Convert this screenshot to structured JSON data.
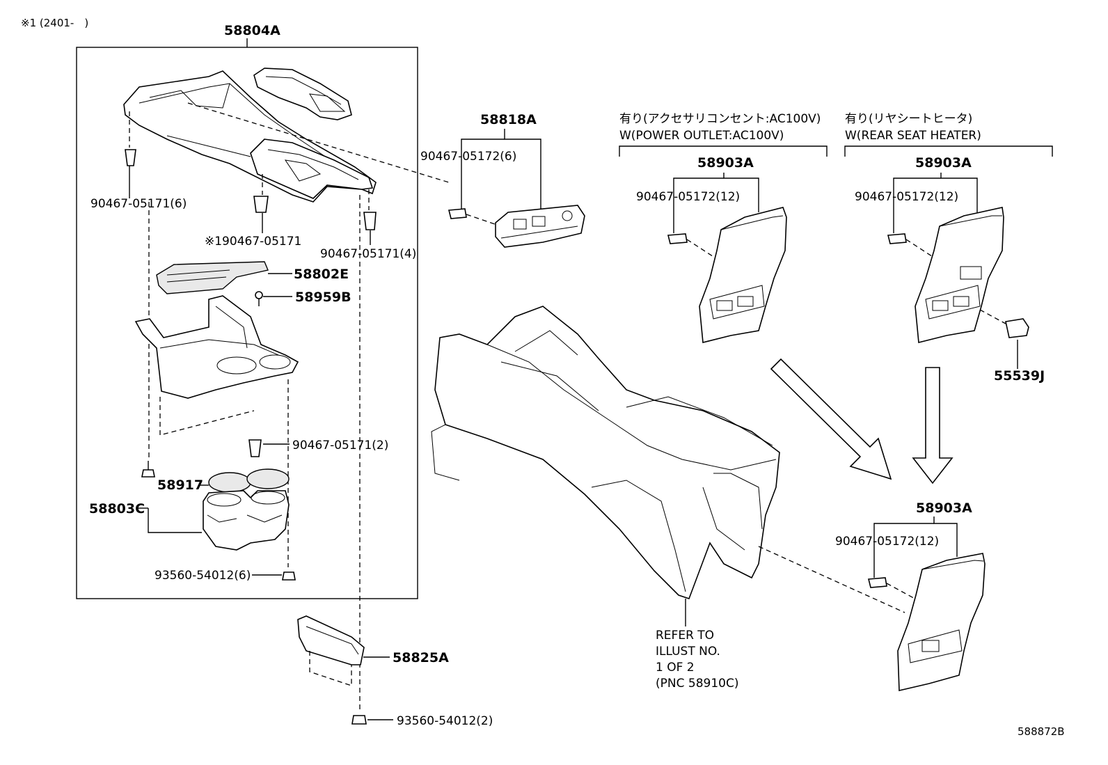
{
  "header": {
    "note": "※1 (2401-　)"
  },
  "labels": {
    "p58804A": "58804A",
    "p90467_05171_6": "90467-05171(6)",
    "p90467_05171_note": "※190467-05171",
    "p90467_05171_4": "90467-05171(4)",
    "p58802E": "58802E",
    "p58959B": "58959B",
    "p90467_05171_2": "90467-05171(2)",
    "p58917": "58917",
    "p58803C": "58803C",
    "p93560_54012_6": "93560-54012(6)",
    "p58825A": "58825A",
    "p93560_54012_2": "93560-54012(2)",
    "p58818A": "58818A",
    "p90467_05172_6": "90467-05172(6)",
    "p58903A_1": "58903A",
    "p90467_05172_12_1": "90467-05172(12)",
    "p58903A_2": "58903A",
    "p90467_05172_12_2": "90467-05172(12)",
    "p55539J": "55539J",
    "p58903A_3": "58903A",
    "p90467_05172_12_3": "90467-05172(12)"
  },
  "variants": {
    "power_outlet_jp": "有り(アクセサリコンセント:AC100V)",
    "power_outlet_en": "W(POWER OUTLET:AC100V)",
    "seat_heater_jp": "有り(リヤシートヒータ)",
    "seat_heater_en": "W(REAR SEAT HEATER)"
  },
  "refer": {
    "line1": "REFER TO",
    "line2": "ILLUST NO.",
    "line3": "1 OF 2",
    "line4": "(PNC 58910C)"
  },
  "footer": {
    "illustration_id": "588872B"
  }
}
